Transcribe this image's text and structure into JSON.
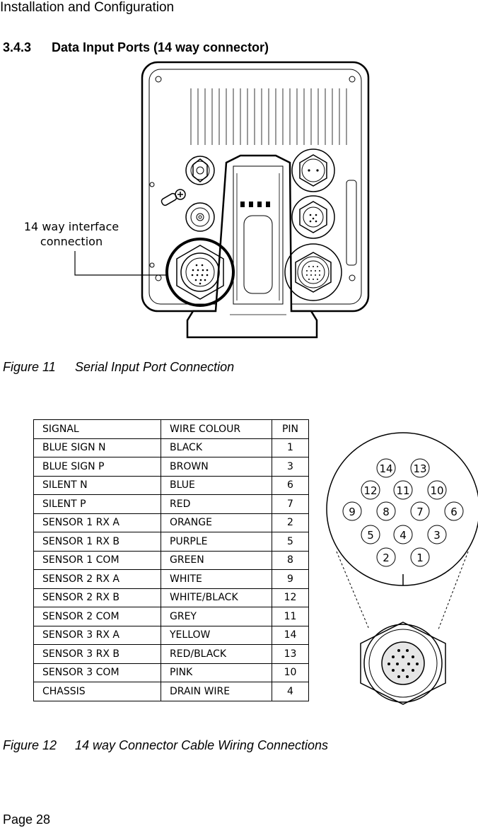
{
  "header": {
    "title": "Installation and Configuration"
  },
  "section": {
    "number": "3.4.3",
    "title": "Data Input Ports (14 way connector)"
  },
  "figure11": {
    "number": "Figure 11",
    "caption": "Serial Input Port Connection",
    "callout_line1": "14 way interface",
    "callout_line2": "connection"
  },
  "wiring_table": {
    "headers": [
      "SIGNAL",
      "WIRE COLOUR",
      "PIN"
    ],
    "rows": [
      [
        "BLUE SIGN N",
        "BLACK",
        "1"
      ],
      [
        "BLUE SIGN P",
        "BROWN",
        "3"
      ],
      [
        "SILENT N",
        "BLUE",
        "6"
      ],
      [
        "SILENT P",
        "RED",
        "7"
      ],
      [
        "SENSOR 1 RX A",
        "ORANGE",
        "2"
      ],
      [
        "SENSOR 1 RX B",
        "PURPLE",
        "5"
      ],
      [
        "SENSOR 1 COM",
        "GREEN",
        "8"
      ],
      [
        "SENSOR 2 RX A",
        "WHITE",
        "9"
      ],
      [
        "SENSOR 2 RX B",
        "WHITE/BLACK",
        "12"
      ],
      [
        "SENSOR 2 COM",
        "GREY",
        "11"
      ],
      [
        "SENSOR 3 RX A",
        "YELLOW",
        "14"
      ],
      [
        "SENSOR 3 RX B",
        "RED/BLACK",
        "13"
      ],
      [
        "SENSOR 3 COM",
        "PINK",
        "10"
      ],
      [
        "CHASSIS",
        "DRAIN WIRE",
        "4"
      ]
    ]
  },
  "pinout": {
    "pins": [
      "14",
      "13",
      "12",
      "11",
      "10",
      "9",
      "8",
      "7",
      "6",
      "5",
      "4",
      "3",
      "2",
      "1"
    ]
  },
  "figure12": {
    "number": "Figure 12",
    "caption": "14 way Connector Cable Wiring Connections"
  },
  "footer": {
    "page_label": "Page  28"
  }
}
